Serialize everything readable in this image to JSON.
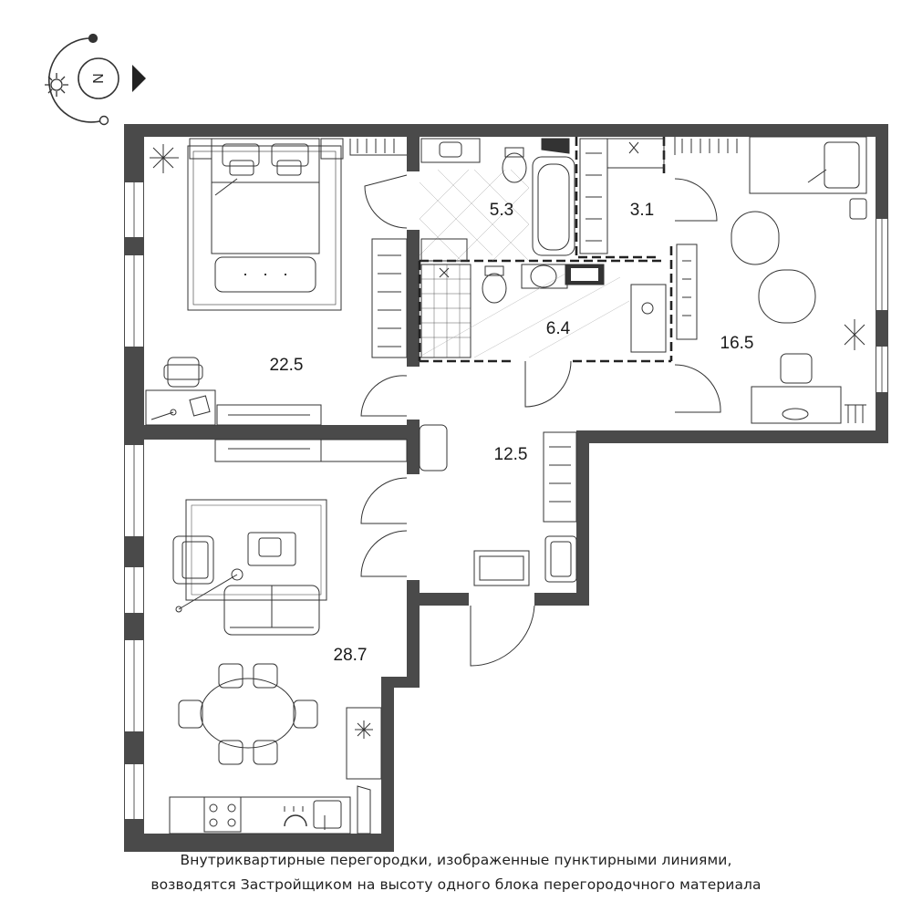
{
  "compass": {
    "north_letter": "N"
  },
  "rooms": [
    {
      "id": "bedroom-large",
      "area": "22.5"
    },
    {
      "id": "bathroom",
      "area": "5.3"
    },
    {
      "id": "wardrobe",
      "area": "3.1"
    },
    {
      "id": "bedroom-small",
      "area": "16.5"
    },
    {
      "id": "bathroom-shower",
      "area": "6.4"
    },
    {
      "id": "hallway",
      "area": "12.5"
    },
    {
      "id": "living-kitchen",
      "area": "28.7"
    }
  ],
  "note": {
    "line1": "Внутриквартирные перегородки, изображенные пунктирными линиями,",
    "line2": "возводятся Застройщиком на высоту одного блока перегородочного материала"
  },
  "colors": {
    "wall": "#4a4a4a",
    "line": "#333333",
    "background": "#ffffff"
  }
}
